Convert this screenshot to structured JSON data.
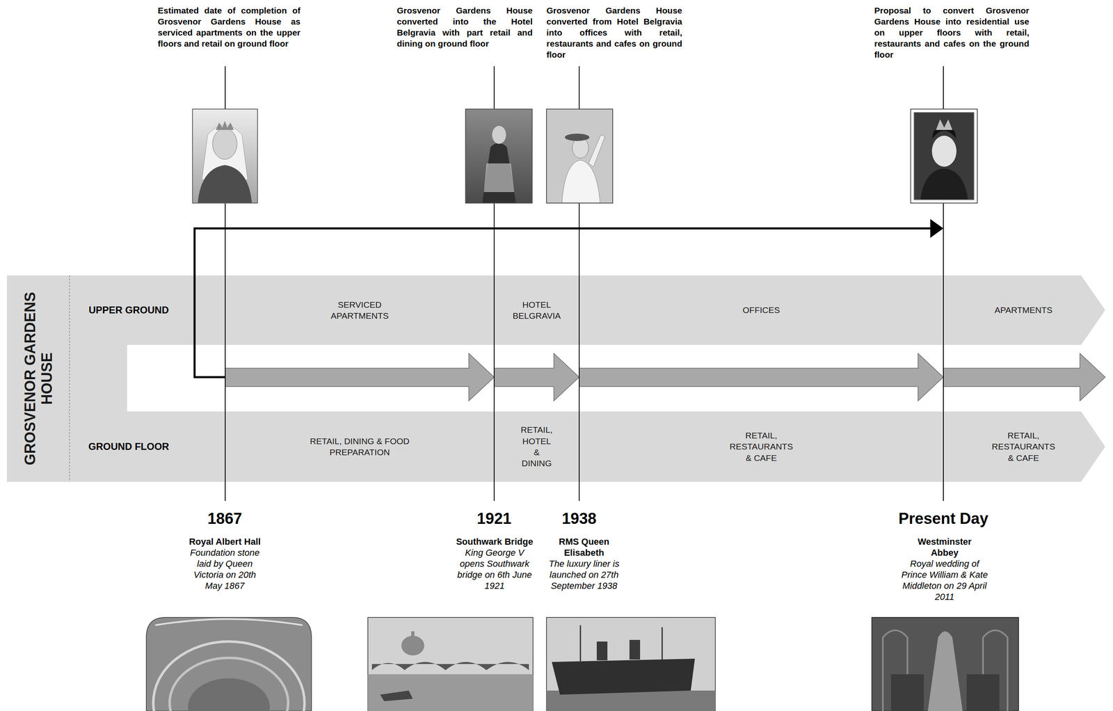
{
  "diagram": {
    "nodes": [
      {
        "text": [
          "GROSVENOR GARDENS HOUSE"
        ]
      },
      {
        "text": [
          "UPPER GROUND"
        ]
      },
      {
        "text": [
          "SERVICED APARTMENTS"
        ],
        "in": 1
      },
      {
        "text": [
          "HOTEL BELGRAVIA"
        ],
        "in": 1
      },
      {
        "text": [
          "OFFICES"
        ],
        "in": 1
      },
      {
        "text": [
          "APARTMENTS"
        ],
        "in": 1
      },
      {
        "text": [
          "GROUND FLOOR"
        ]
      },
      {
        "text": [
          "RETAIL, DINING & FOOD PREPARATION"
        ],
        "in": 6
      },
      {
        "text": [
          "RETAIL, HOTEL & DINING"
        ],
        "in": 6
      },
      {
        "text": [
          "RETAIL, RESTAURANTS & CAFE"
        ],
        "in": 6
      },
      {
        "text": [
          "RETAIL, RESTAURANTS & CAFE"
        ],
        "in": 6
      }
    ],
    "labels": [
      "Estimated date of completion of Grosvenor Gardens House as serviced apartments on the upper floors and retail on ground floor",
      "Grosvenor Gardens House converted into the Hotel Belgravia with part retail and dining on ground floor",
      "Grosvenor Gardens House converted from Hotel Belgravia into offices with retail, restaurants and cafes on ground floor",
      "Proposal to convert Grosvenor Gardens House into residential use on upper floors with retail, restaurants and cafes on the ground floor",
      "1867",
      "Royal Albert Hall",
      "Foundation stone laid by Queen Victoria on 20th May 1867",
      "1921",
      "Southwark Bridge",
      "King George V opens Southwark bridge on 6th June 1921",
      "1938",
      "RMS Queen Elisabeth",
      "The luxury liner is launched on 27th September 1938",
      "Present Day",
      "Westminster Abbey",
      "Royal wedding of Prince William & Kate Middleton on 29 April 2011"
    ]
  }
}
